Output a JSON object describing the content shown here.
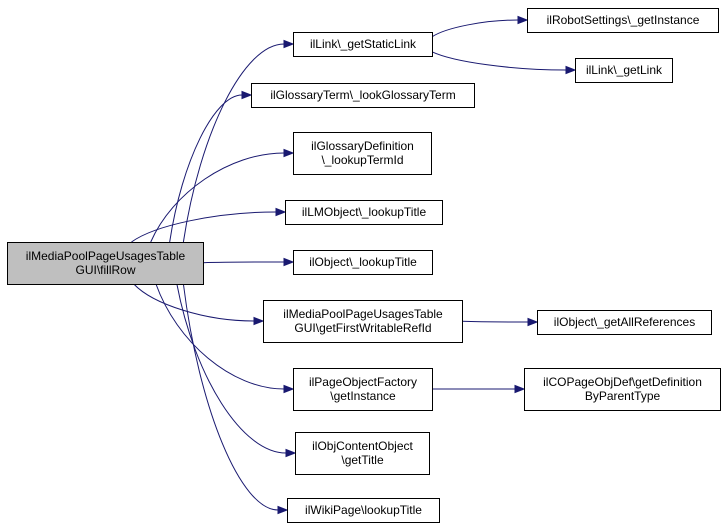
{
  "graph": {
    "colors": {
      "edge": "#191970",
      "root_fill": "#bfbfbf",
      "node_fill": "#ffffff",
      "border": "#000000"
    },
    "nodes": [
      {
        "id": "root",
        "lines": [
          "ilMediaPoolPageUsagesTable",
          "GUI\\fillRow"
        ]
      },
      {
        "id": "getStaticLink",
        "lines": [
          "ilLink\\_getStaticLink"
        ]
      },
      {
        "id": "robotGetInstance",
        "lines": [
          "ilRobotSettings\\_getInstance"
        ]
      },
      {
        "id": "getLink",
        "lines": [
          "ilLink\\_getLink"
        ]
      },
      {
        "id": "lookGlossaryTerm",
        "lines": [
          "ilGlossaryTerm\\_lookGlossaryTerm"
        ]
      },
      {
        "id": "lookupTermId",
        "lines": [
          "ilGlossaryDefinition",
          "\\_lookupTermId"
        ]
      },
      {
        "id": "lmLookupTitle",
        "lines": [
          "ilLMObject\\_lookupTitle"
        ]
      },
      {
        "id": "objLookupTitle",
        "lines": [
          "ilObject\\_lookupTitle"
        ]
      },
      {
        "id": "getFirstWritableRefId",
        "lines": [
          "ilMediaPoolPageUsagesTable",
          "GUI\\getFirstWritableRefId"
        ]
      },
      {
        "id": "getAllReferences",
        "lines": [
          "ilObject\\_getAllReferences"
        ]
      },
      {
        "id": "pofGetInstance",
        "lines": [
          "ilPageObjectFactory",
          "\\getInstance"
        ]
      },
      {
        "id": "getDefinitionByParentType",
        "lines": [
          "ilCOPageObjDef\\getDefinition",
          "ByParentType"
        ]
      },
      {
        "id": "getTitle",
        "lines": [
          "ilObjContentObject",
          "\\getTitle"
        ]
      },
      {
        "id": "wikiLookupTitle",
        "lines": [
          "ilWikiPage\\lookupTitle"
        ]
      }
    ],
    "edges": [
      {
        "from": "root",
        "to": "getStaticLink"
      },
      {
        "from": "root",
        "to": "lookGlossaryTerm"
      },
      {
        "from": "root",
        "to": "lookupTermId"
      },
      {
        "from": "root",
        "to": "lmLookupTitle"
      },
      {
        "from": "root",
        "to": "objLookupTitle"
      },
      {
        "from": "root",
        "to": "getFirstWritableRefId"
      },
      {
        "from": "root",
        "to": "pofGetInstance"
      },
      {
        "from": "root",
        "to": "getTitle"
      },
      {
        "from": "root",
        "to": "wikiLookupTitle"
      },
      {
        "from": "getStaticLink",
        "to": "robotGetInstance"
      },
      {
        "from": "getStaticLink",
        "to": "getLink"
      },
      {
        "from": "getFirstWritableRefId",
        "to": "getAllReferences"
      },
      {
        "from": "pofGetInstance",
        "to": "getDefinitionByParentType"
      }
    ]
  }
}
